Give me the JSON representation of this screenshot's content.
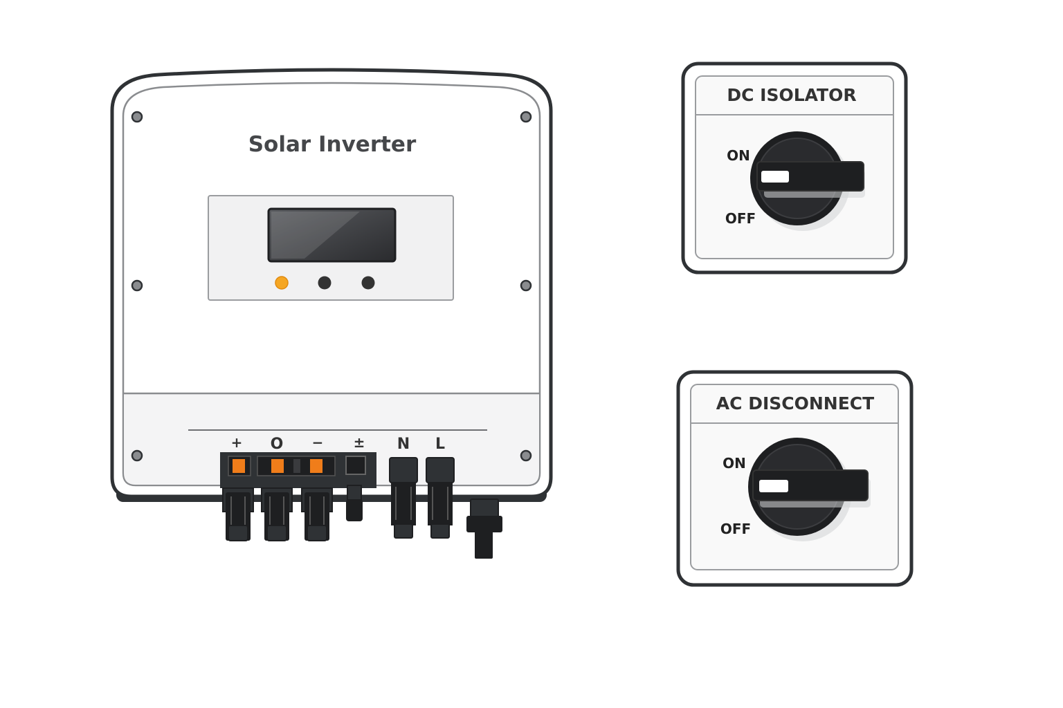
{
  "inverter": {
    "title": "Solar Inverter",
    "indicators": [
      {
        "name": "status-led-amber",
        "color": "#f5a623",
        "lit": true
      },
      {
        "name": "status-led-2",
        "color": "#333333",
        "lit": false
      },
      {
        "name": "status-led-3",
        "color": "#333333",
        "lit": false
      }
    ],
    "terminal_labels": {
      "plus": "+",
      "circle": "O",
      "minus": "−",
      "plusminus": "±",
      "neutral": "N",
      "line": "L"
    }
  },
  "dc_isolator": {
    "title": "DC ISOLATOR",
    "on_label": "ON",
    "off_label": "OFF",
    "state": "ON"
  },
  "ac_disconnect": {
    "title": "AC DISCONNECT",
    "on_label": "ON",
    "off_label": "OFF",
    "state": "ON"
  },
  "colors": {
    "outline": "#2f3235",
    "panel": "#f7f7f7",
    "accent": "#f07d1a",
    "led": "#f5a623",
    "knob": "#1e1f21"
  }
}
